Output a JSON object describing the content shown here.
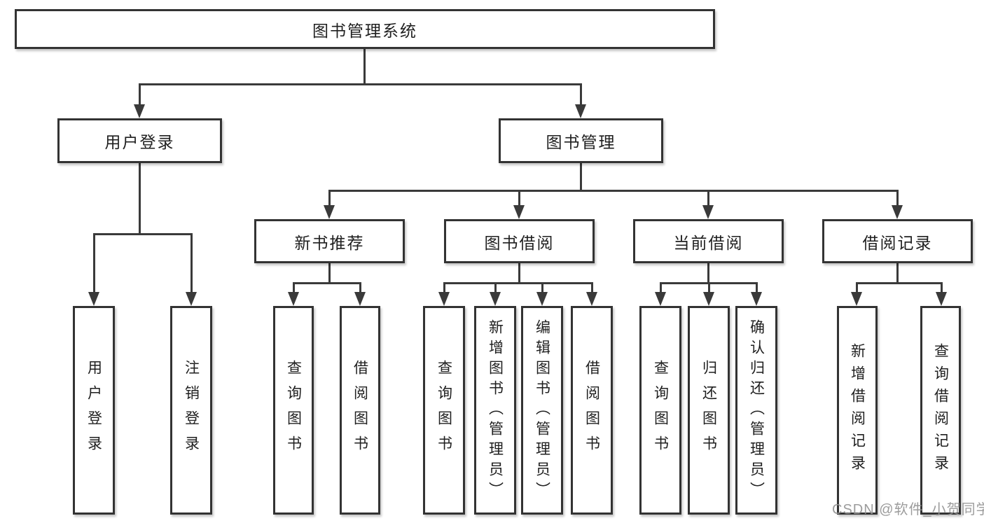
{
  "diagram": {
    "root": "图书管理系统",
    "branches": [
      {
        "label": "用户登录",
        "children": [
          "用户登录",
          "注销登录"
        ]
      },
      {
        "label": "图书管理",
        "children": [
          {
            "label": "新书推荐",
            "children": [
              "查询图书",
              "借阅图书"
            ]
          },
          {
            "label": "图书借阅",
            "children": [
              "查询图书",
              "新增图书（管理员）",
              "编辑图书（管理员）",
              "借阅图书"
            ]
          },
          {
            "label": "当前借阅",
            "children": [
              "查询图书",
              "归还图书",
              "确认归还（管理员）"
            ]
          },
          {
            "label": "借阅记录",
            "children": [
              "新增借阅记录",
              "查询借阅记录"
            ]
          }
        ]
      }
    ]
  },
  "watermark": "CSDN @软件_小贺同学",
  "colors": {
    "box_border": "#333333",
    "line": "#3a3a3a",
    "text": "#1f1f1f",
    "watermark": "#949494",
    "background": "#ffffff"
  }
}
